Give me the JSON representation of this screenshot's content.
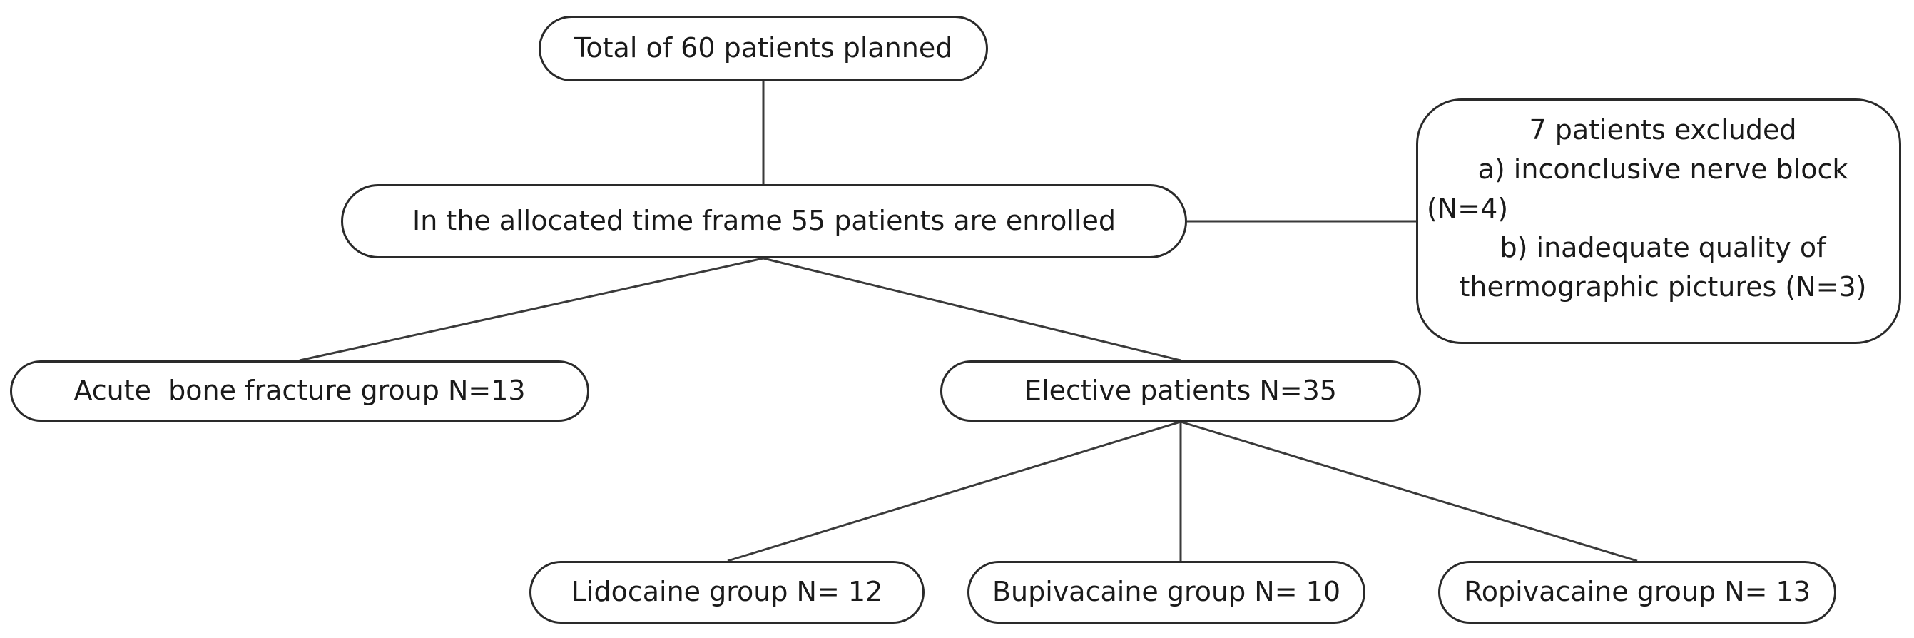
{
  "nodes": {
    "planned": "Total of 60 patients planned",
    "enrolled": "In the allocated time frame 55 patients are enrolled",
    "excluded": {
      "title": "7 patients excluded",
      "reason_a": "a) inconclusive nerve block",
      "reason_a_n": "(N=4)",
      "reason_b": "b) inadequate quality of",
      "reason_b_cont": "thermographic pictures (N=3)"
    },
    "acute": "Acute  bone fracture group N=13",
    "elective": "Elective patients N=35",
    "lidocaine": "Lidocaine group N= 12",
    "bupivacaine": "Bupivacaine group N= 10",
    "ropivacaine": "Ropivacaine group N= 13"
  }
}
